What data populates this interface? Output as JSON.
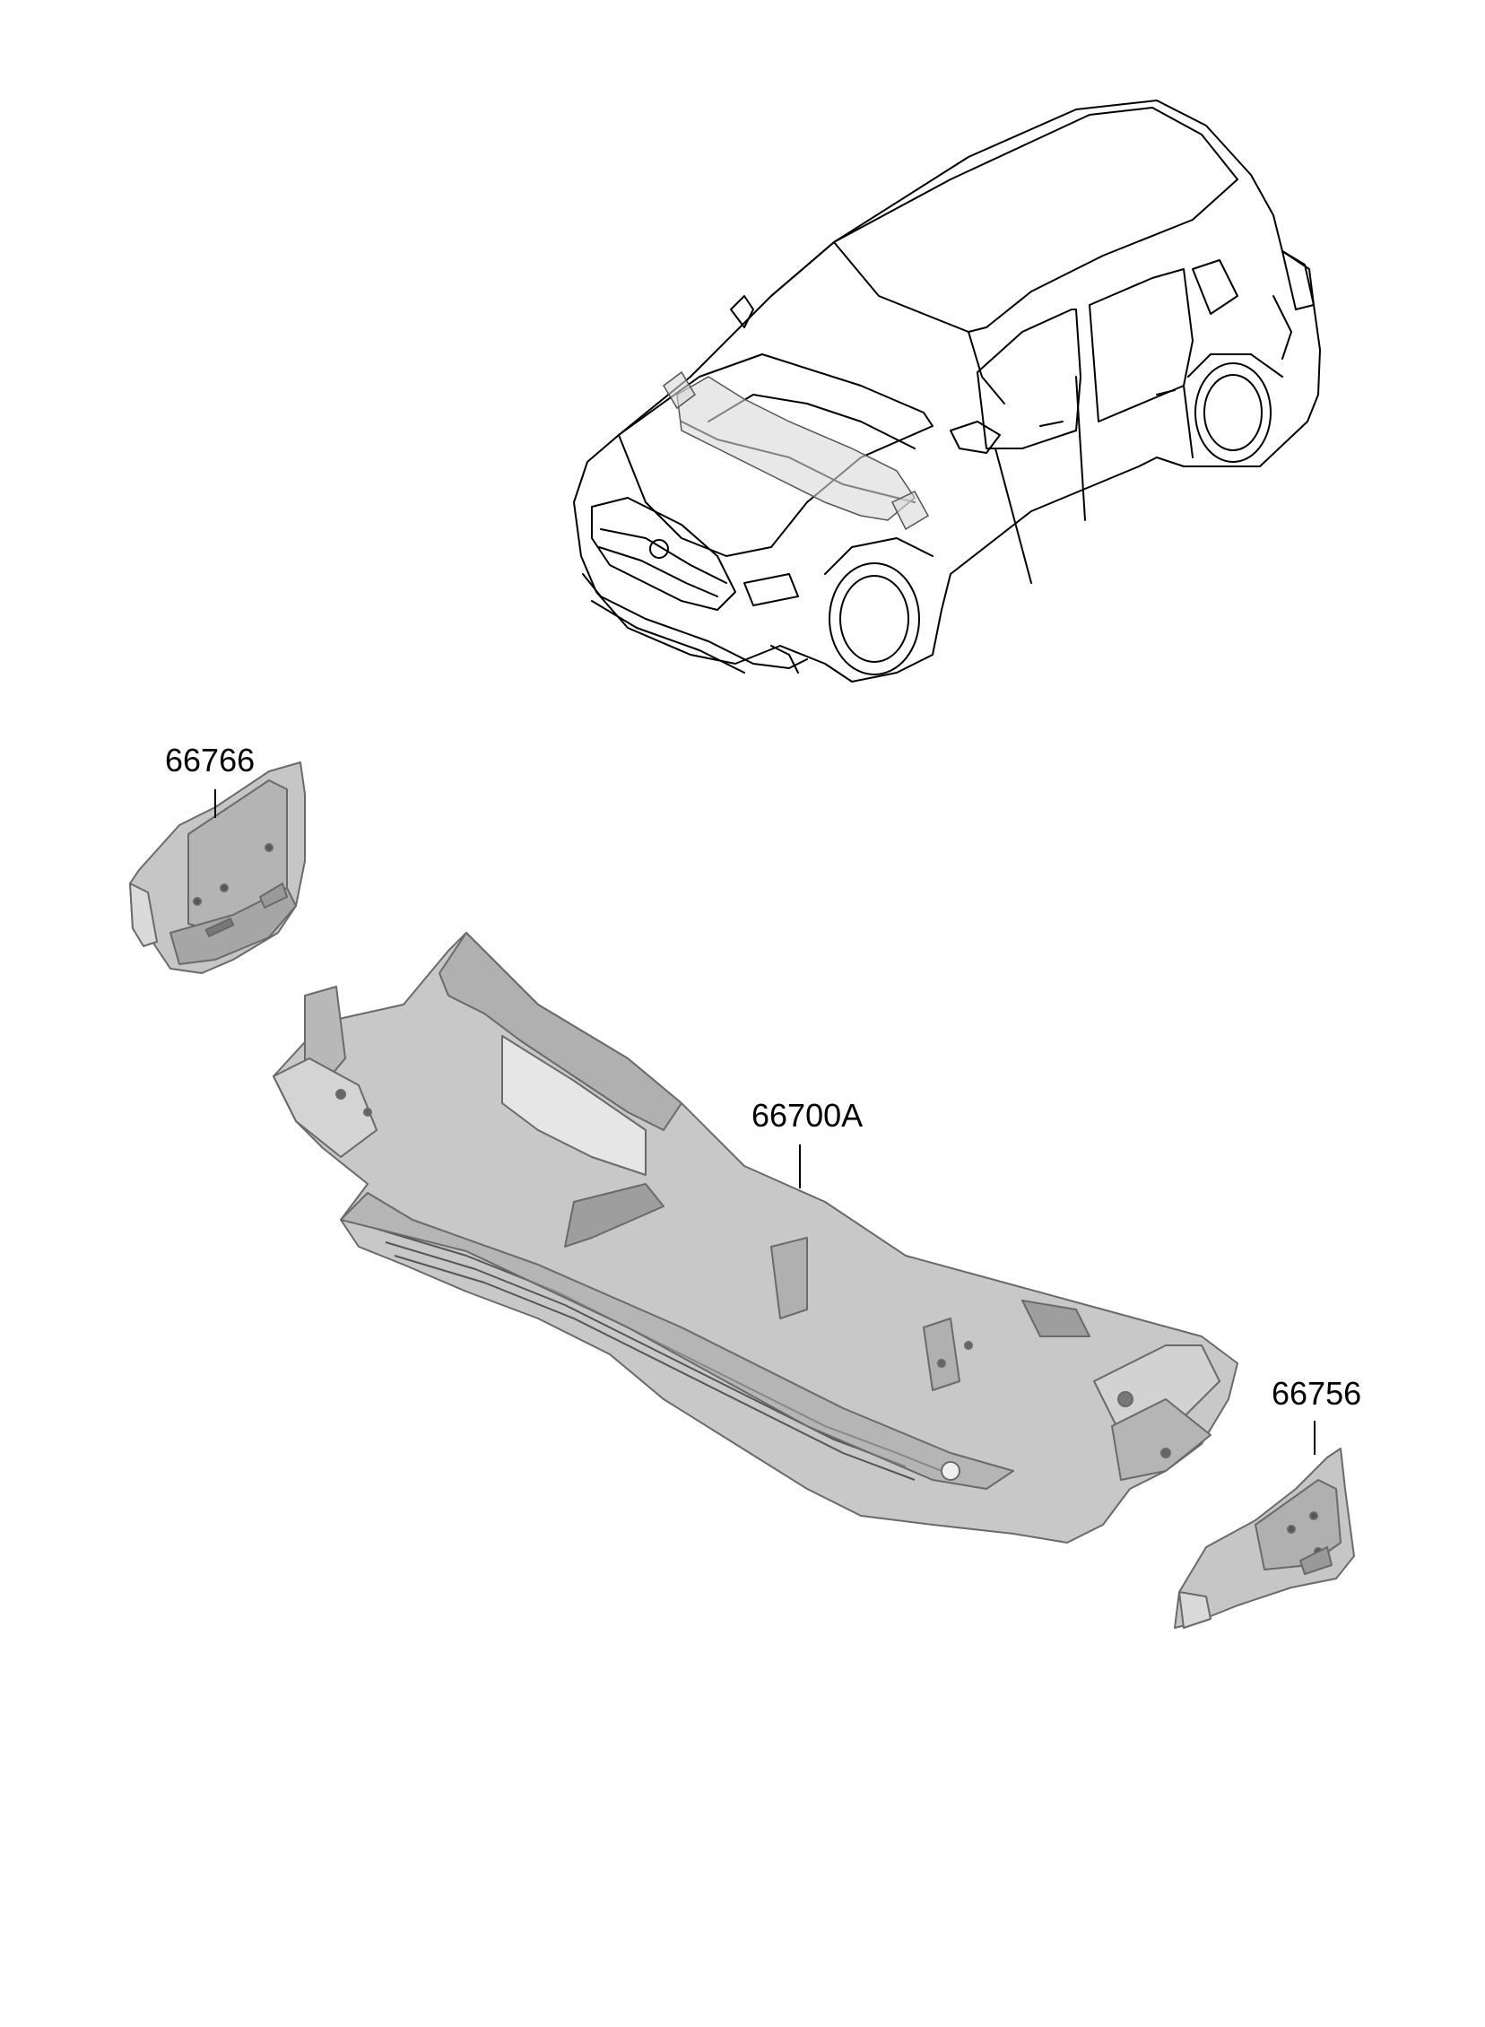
{
  "callouts": {
    "left_bracket": "66766",
    "main_panel": "66700A",
    "right_bracket": "66756"
  },
  "colors": {
    "line": "#000000",
    "part_fill": "#c8c8c8",
    "part_shade": "#a9a9a9",
    "part_light": "#e2e2e2",
    "background": "#ffffff"
  }
}
